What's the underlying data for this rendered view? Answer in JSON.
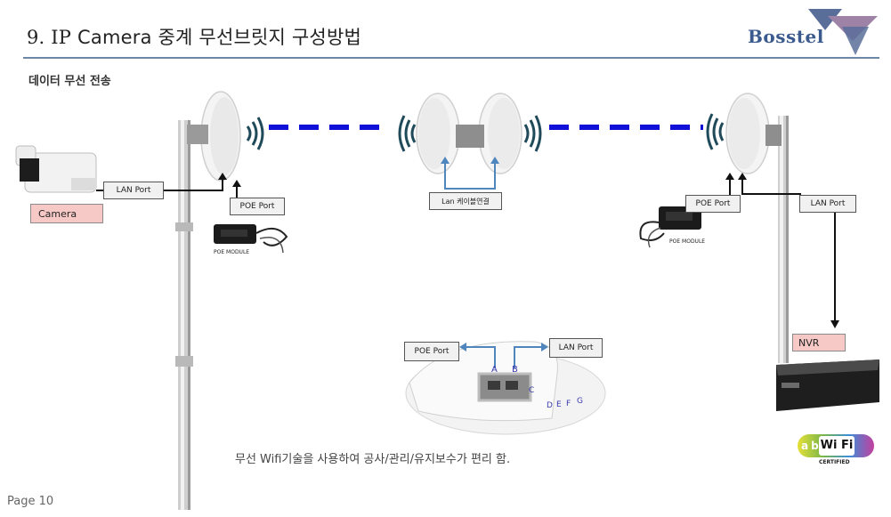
{
  "title": {
    "number": "9. IP",
    "text": "Camera 중계 무선브릿지 구성방법"
  },
  "section_label": "데이터 무선 전송",
  "logo": {
    "text": "Bosstel"
  },
  "labels": {
    "camera": "Camera",
    "cam_lan_port": "LAN Port",
    "left_poe_port": "POE Port",
    "left_poe_module": "POE MODULE",
    "lan_cable": "Lan 케이블연결",
    "right_poe_port": "POE Port",
    "right_poe_module": "POE MODULE",
    "right_lan_port": "LAN Port",
    "nvr": "NVR",
    "detail_poe_port": "POE Port",
    "detail_lan_port": "LAN Port",
    "port_a": "A",
    "port_b": "B",
    "port_c": "C",
    "port_d": "D",
    "port_e": "E",
    "port_f": "F",
    "port_g": "G"
  },
  "wifi_badge": {
    "letters": "abgn",
    "main": "Wi Fi",
    "certified": "CERTIFIED"
  },
  "caption": "무선 Wifi기술을 사용하여 공사/관리/유지보수가 편리 함.",
  "page": "Page 10",
  "colors": {
    "accent_blue": "#1010d8",
    "arrow_blue": "#4f86bd",
    "rule": "#6b88a8",
    "logo": "#3b5b8e",
    "camera_box": "#f6c9c6"
  }
}
